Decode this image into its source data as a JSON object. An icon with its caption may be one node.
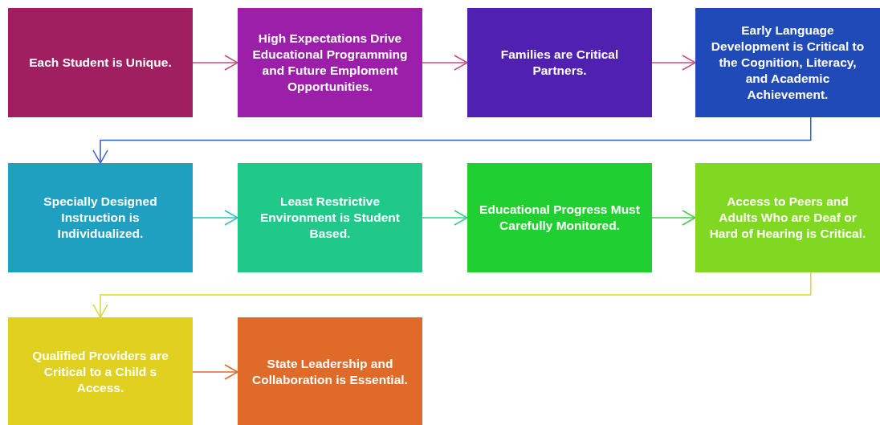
{
  "diagram": {
    "nodes": [
      {
        "text": [
          "Each Student is Unique."
        ]
      },
      {
        "text": [
          "High Expectations Drive Educational Programming and Future Emploment Opportunities."
        ]
      },
      {
        "text": [
          "Families are Critical Partners."
        ]
      },
      {
        "text": [
          "Early Language Development is Critical to the Cognition, Literacy, and Academic Achievement."
        ]
      },
      {
        "text": [
          "Specially Designed Instruction is Individualized."
        ]
      },
      {
        "text": [
          "Least Restrictive Environment is Student Based."
        ]
      },
      {
        "text": [
          "Educational Progress Must Carefully Monitored."
        ]
      },
      {
        "text": [
          "Access to Peers and Adults Who are Deaf or Hard of Hearing is Critical."
        ]
      },
      {
        "text": [
          "Qualified Providers are Critical to a Child s Access."
        ]
      },
      {
        "text": [
          "State Leadership and Collaboration is Essential."
        ]
      }
    ],
    "edges": [
      {
        "from": 0,
        "to": 1,
        "arrow": "to",
        "color": "#c05080"
      },
      {
        "from": 1,
        "to": 2,
        "arrow": "to",
        "color": "#c05080"
      },
      {
        "from": 2,
        "to": 3,
        "arrow": "to",
        "color": "#c05080"
      },
      {
        "from": 3,
        "to": 4,
        "arrow": "to",
        "color": "#3060c0"
      },
      {
        "from": 4,
        "to": 5,
        "arrow": "to",
        "color": "#30c0c0"
      },
      {
        "from": 5,
        "to": 6,
        "arrow": "to",
        "color": "#30d080"
      },
      {
        "from": 6,
        "to": 7,
        "arrow": "to",
        "color": "#40d040"
      },
      {
        "from": 7,
        "to": 8,
        "arrow": "to",
        "color": "#d8d830"
      },
      {
        "from": 8,
        "to": 9,
        "arrow": "to",
        "color": "#e06a28"
      }
    ]
  }
}
